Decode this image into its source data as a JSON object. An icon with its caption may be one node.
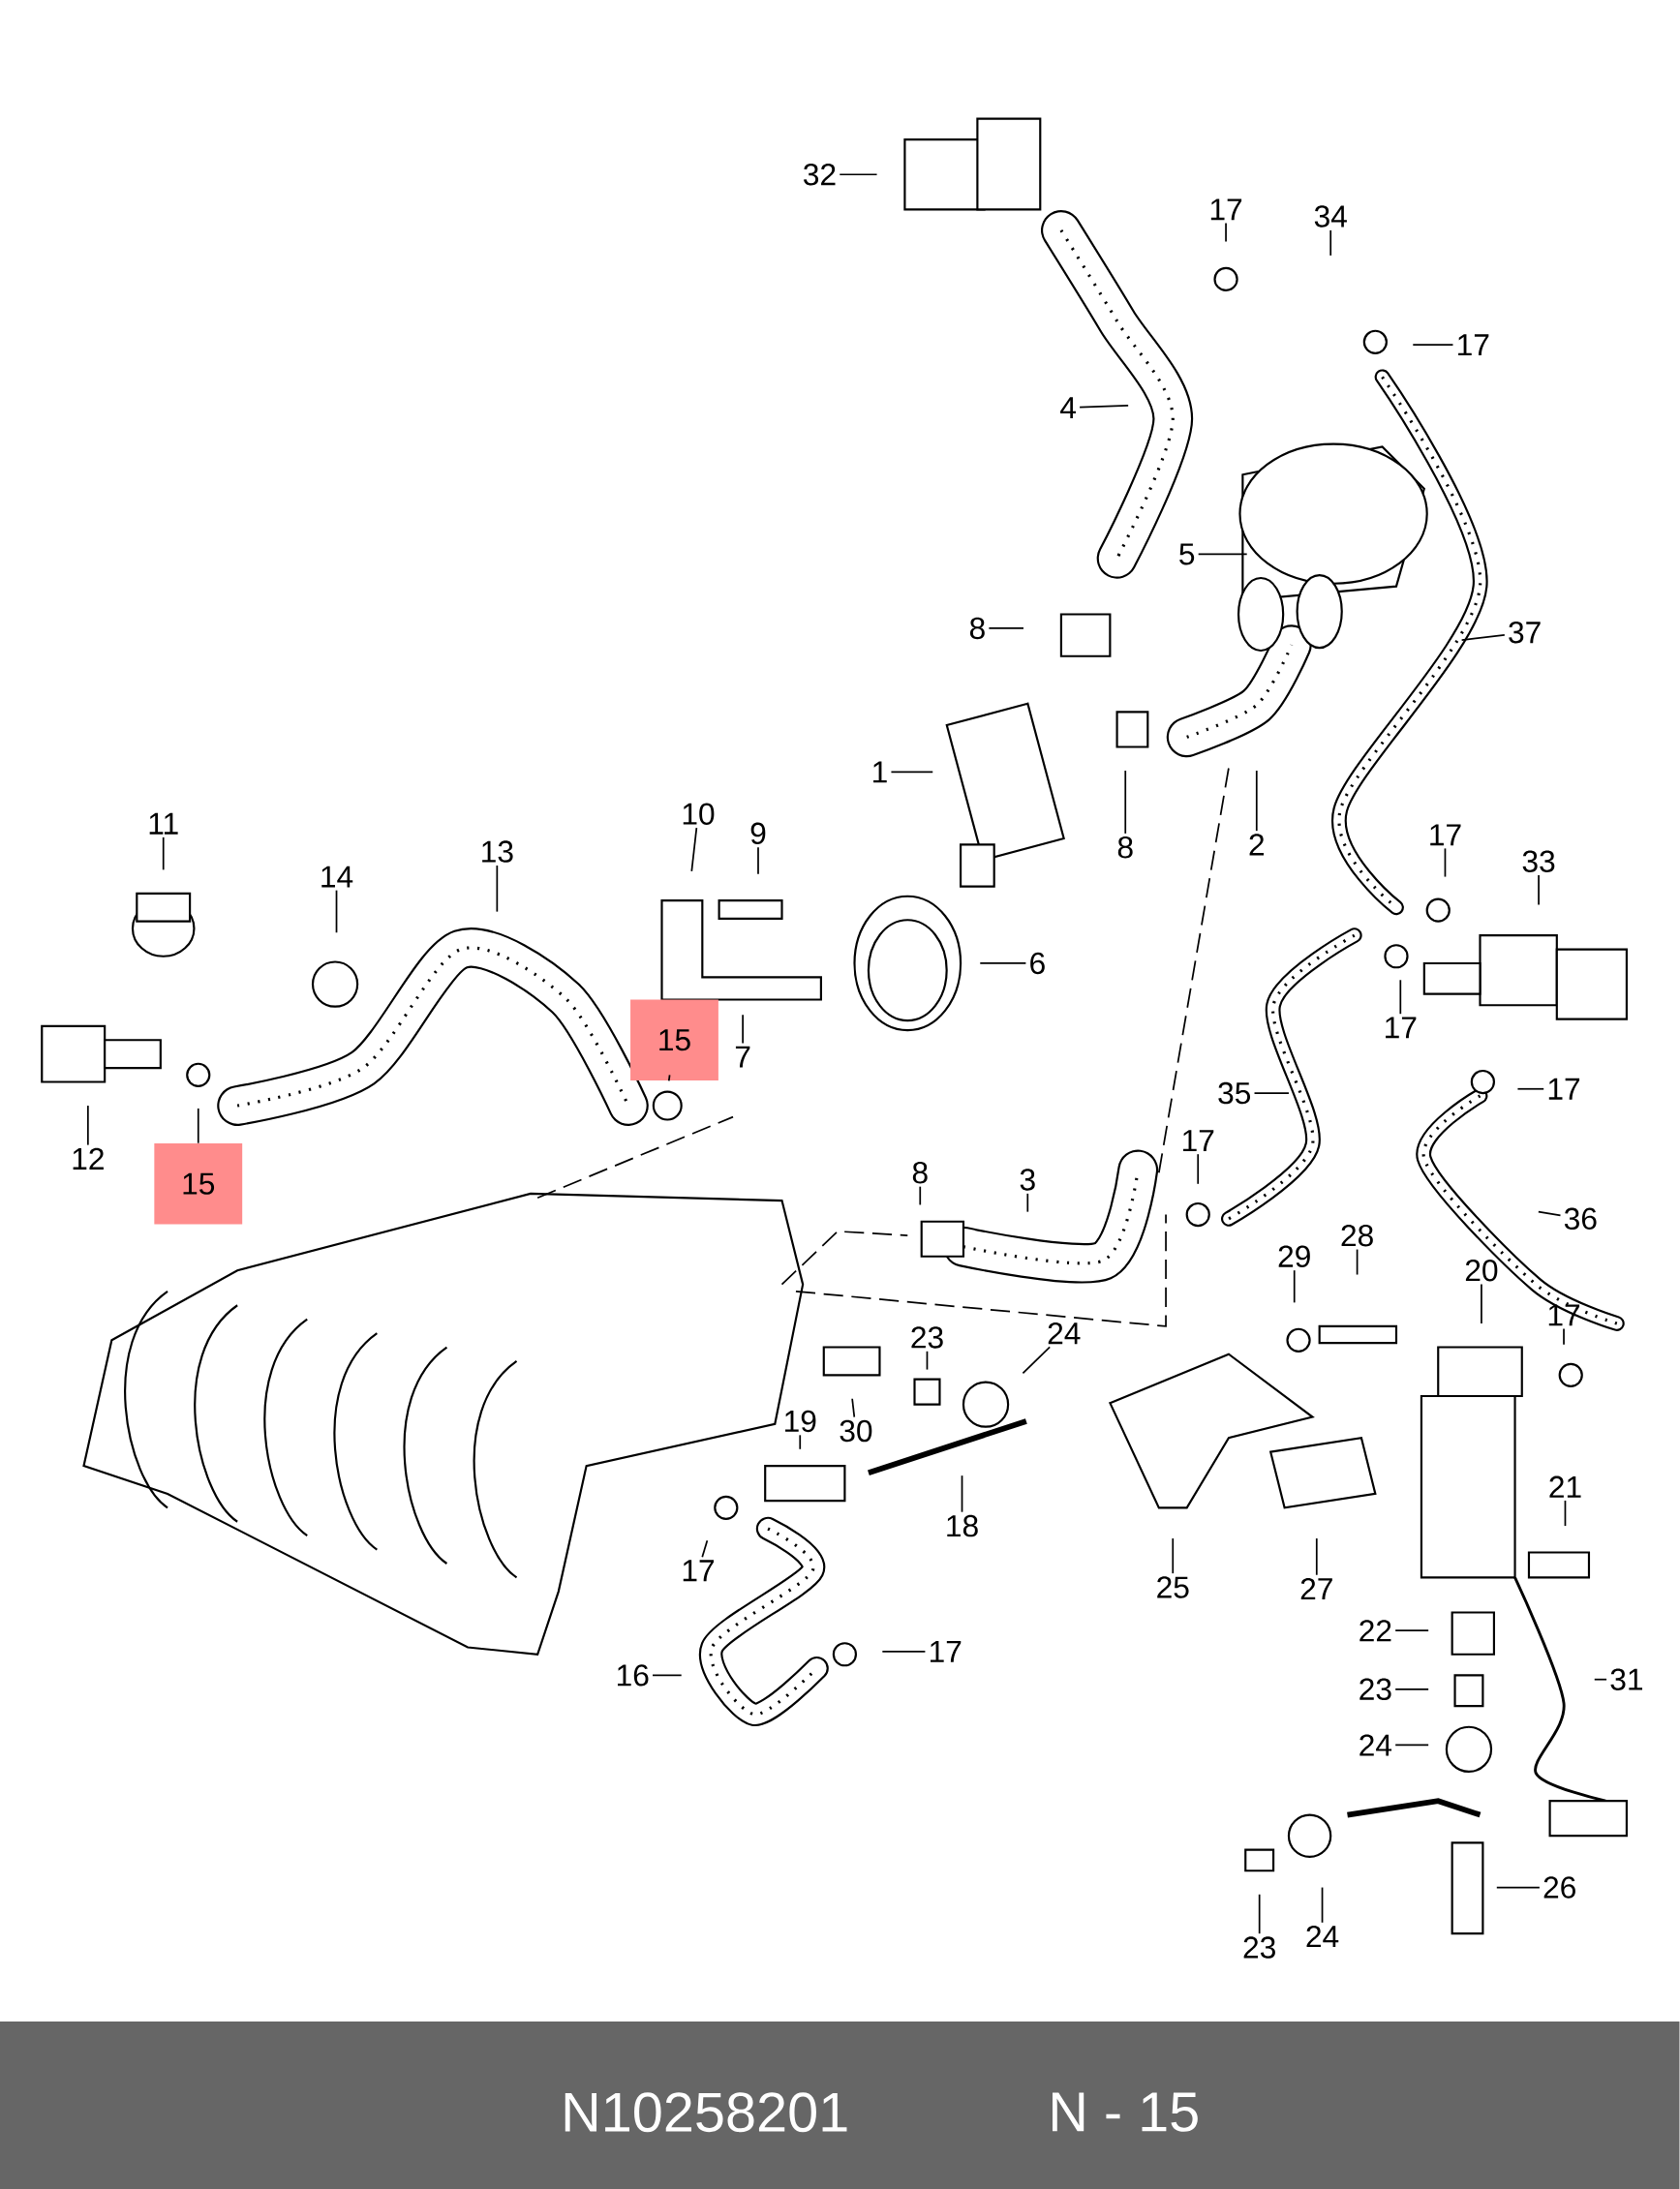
{
  "diagram": {
    "nodes": [
      {
        "text": [
          "32"
        ]
      },
      {
        "text": [
          "17"
        ]
      },
      {
        "text": [
          "34"
        ]
      },
      {
        "text": [
          "17"
        ]
      },
      {
        "text": [
          "4"
        ]
      },
      {
        "text": [
          "5"
        ]
      },
      {
        "text": [
          "8"
        ]
      },
      {
        "text": [
          "37"
        ]
      },
      {
        "text": [
          "1"
        ]
      },
      {
        "text": [
          "8"
        ]
      },
      {
        "text": [
          "2"
        ]
      },
      {
        "text": [
          "11"
        ]
      },
      {
        "text": [
          "14"
        ]
      },
      {
        "text": [
          "13"
        ]
      },
      {
        "text": [
          "10"
        ]
      },
      {
        "text": [
          "9"
        ]
      },
      {
        "text": [
          "17"
        ]
      },
      {
        "text": [
          "33"
        ]
      },
      {
        "text": [
          "6"
        ]
      },
      {
        "text": [
          "17"
        ]
      },
      {
        "text": [
          "7"
        ]
      },
      {
        "text": [
          "15"
        ]
      },
      {
        "text": [
          "12"
        ]
      },
      {
        "text": [
          "15"
        ]
      },
      {
        "text": [
          "35"
        ]
      },
      {
        "text": [
          "17"
        ]
      },
      {
        "text": [
          "8"
        ]
      },
      {
        "text": [
          "3"
        ]
      },
      {
        "text": [
          "17"
        ]
      },
      {
        "text": [
          "36"
        ]
      },
      {
        "text": [
          "28"
        ]
      },
      {
        "text": [
          "29"
        ]
      },
      {
        "text": [
          "20"
        ]
      },
      {
        "text": [
          "17"
        ]
      },
      {
        "text": [
          "23"
        ]
      },
      {
        "text": [
          "24"
        ]
      },
      {
        "text": [
          "30"
        ]
      },
      {
        "text": [
          "19"
        ]
      },
      {
        "text": [
          "18"
        ]
      },
      {
        "text": [
          "21"
        ]
      },
      {
        "text": [
          "17"
        ]
      },
      {
        "text": [
          "25"
        ]
      },
      {
        "text": [
          "27"
        ]
      },
      {
        "text": [
          "22"
        ]
      },
      {
        "text": [
          "16"
        ]
      },
      {
        "text": [
          "17"
        ]
      },
      {
        "text": [
          "31"
        ]
      },
      {
        "text": [
          "23"
        ]
      },
      {
        "text": [
          "24"
        ]
      },
      {
        "text": [
          "26"
        ]
      },
      {
        "text": [
          "23"
        ]
      },
      {
        "text": [
          "24"
        ]
      }
    ],
    "edges": [
      {
        "from": 0,
        "to": null,
        "arrow": "none"
      },
      {
        "from": 1,
        "to": null,
        "arrow": "none"
      },
      {
        "from": 2,
        "to": null,
        "arrow": "none"
      },
      {
        "from": 3,
        "to": null,
        "arrow": "none"
      },
      {
        "from": 4,
        "to": null,
        "arrow": "none"
      },
      {
        "from": 5,
        "to": null,
        "arrow": "none"
      },
      {
        "from": 6,
        "to": null,
        "arrow": "none"
      },
      {
        "from": 7,
        "to": null,
        "arrow": "none"
      },
      {
        "from": 8,
        "to": null,
        "arrow": "none"
      },
      {
        "from": 9,
        "to": null,
        "arrow": "none"
      },
      {
        "from": 10,
        "to": null,
        "arrow": "none"
      },
      {
        "from": 11,
        "to": null,
        "arrow": "none"
      },
      {
        "from": 12,
        "to": null,
        "arrow": "none"
      },
      {
        "from": 13,
        "to": null,
        "arrow": "none"
      },
      {
        "from": 14,
        "to": null,
        "arrow": "none"
      },
      {
        "from": 15,
        "to": null,
        "arrow": "none"
      },
      {
        "from": 16,
        "to": null,
        "arrow": "none"
      },
      {
        "from": 17,
        "to": null,
        "arrow": "none"
      },
      {
        "from": 18,
        "to": null,
        "arrow": "none"
      },
      {
        "from": 19,
        "to": null,
        "arrow": "none"
      },
      {
        "from": 20,
        "to": null,
        "arrow": "none"
      },
      {
        "from": 21,
        "to": null,
        "arrow": "none"
      },
      {
        "from": 22,
        "to": null,
        "arrow": "none"
      },
      {
        "from": 23,
        "to": null,
        "arrow": "none"
      },
      {
        "from": 24,
        "to": null,
        "arrow": "none"
      },
      {
        "from": 25,
        "to": null,
        "arrow": "none"
      },
      {
        "from": 26,
        "to": null,
        "arrow": "none"
      },
      {
        "from": 27,
        "to": null,
        "arrow": "none"
      },
      {
        "from": 28,
        "to": null,
        "arrow": "none"
      },
      {
        "from": 29,
        "to": null,
        "arrow": "none"
      },
      {
        "from": 30,
        "to": null,
        "arrow": "none"
      },
      {
        "from": 31,
        "to": null,
        "arrow": "none"
      },
      {
        "from": 32,
        "to": null,
        "arrow": "none"
      },
      {
        "from": 33,
        "to": null,
        "arrow": "none"
      },
      {
        "from": 34,
        "to": null,
        "arrow": "none"
      },
      {
        "from": 35,
        "to": null,
        "arrow": "none"
      },
      {
        "from": 36,
        "to": null,
        "arrow": "none"
      },
      {
        "from": 37,
        "to": null,
        "arrow": "none"
      },
      {
        "from": 38,
        "to": null,
        "arrow": "none"
      },
      {
        "from": 39,
        "to": null,
        "arrow": "none"
      },
      {
        "from": 40,
        "to": null,
        "arrow": "none"
      },
      {
        "from": 41,
        "to": null,
        "arrow": "none"
      },
      {
        "from": 42,
        "to": null,
        "arrow": "none"
      },
      {
        "from": 43,
        "to": null,
        "arrow": "none"
      },
      {
        "from": 44,
        "to": null,
        "arrow": "none"
      },
      {
        "from": 45,
        "to": null,
        "arrow": "none"
      },
      {
        "from": 46,
        "to": null,
        "arrow": "none"
      },
      {
        "from": 47,
        "to": null,
        "arrow": "none"
      },
      {
        "from": 48,
        "to": null,
        "arrow": "none"
      },
      {
        "from": 49,
        "to": null,
        "arrow": "none"
      },
      {
        "from": 50,
        "to": null,
        "arrow": "none"
      },
      {
        "from": 51,
        "to": null,
        "arrow": "none"
      }
    ],
    "labels": [
      "N10258201",
      "N - 15"
    ]
  }
}
